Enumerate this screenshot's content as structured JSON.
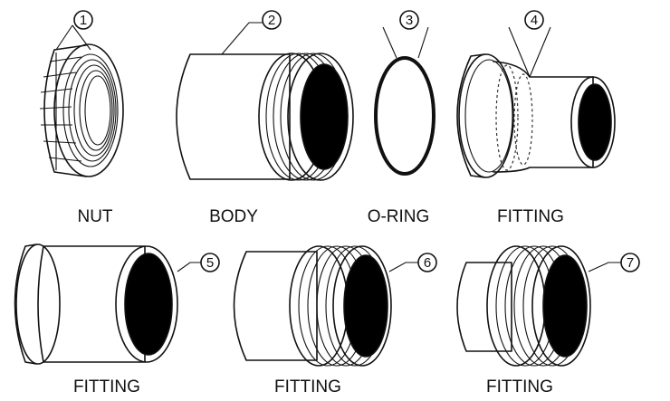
{
  "parts": [
    {
      "number": "1",
      "label": "NUT"
    },
    {
      "number": "2",
      "label": "BODY"
    },
    {
      "number": "3",
      "label": "O-RING"
    },
    {
      "number": "4",
      "label": "FITTING"
    },
    {
      "number": "5",
      "label": "FITTING"
    },
    {
      "number": "6",
      "label": "FITTING"
    },
    {
      "number": "7",
      "label": "FITTING"
    }
  ],
  "colors": {
    "line": "#111111",
    "bore": "#000000",
    "background": "#ffffff"
  }
}
